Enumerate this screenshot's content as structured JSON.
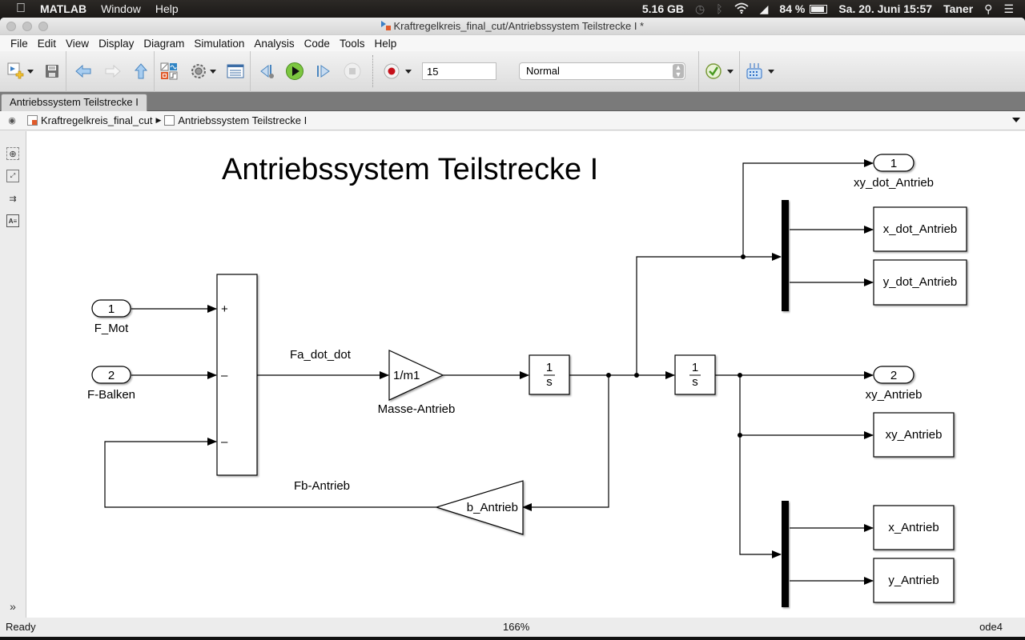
{
  "macos_menubar": {
    "apple_icon": "apple-logo-icon",
    "app_name": "MATLAB",
    "menus": [
      "Window",
      "Help"
    ],
    "memory": "5.16 GB",
    "battery": "84 %",
    "datetime": "Sa. 20. Juni 15:57",
    "user": "Taner"
  },
  "window": {
    "title": "Kraftregelkreis_final_cut/Antriebssystem Teilstrecke I *"
  },
  "menu": [
    "File",
    "Edit",
    "View",
    "Display",
    "Diagram",
    "Simulation",
    "Analysis",
    "Code",
    "Tools",
    "Help"
  ],
  "toolbar": {
    "stop_time": "15",
    "sim_mode": "Normal"
  },
  "tab": {
    "label": "Antriebssystem Teilstrecke I"
  },
  "breadcrumb": {
    "items": [
      "Kraftregelkreis_final_cut",
      "Antriebssystem Teilstrecke I"
    ]
  },
  "diagram": {
    "title": "Antriebssystem Teilstrecke I",
    "inports": [
      {
        "number": "1",
        "name": "F_Mot"
      },
      {
        "number": "2",
        "name": "F-Balken"
      }
    ],
    "sum_signs": [
      "+",
      "–",
      "–"
    ],
    "signal_labels": {
      "fa": "Fa_dot_dot",
      "fb": "Fb-Antrieb"
    },
    "gain_mass": {
      "value": "1/m1",
      "name": "Masse-Antrieb"
    },
    "gain_damping": {
      "value": "b_Antrieb"
    },
    "integrator": {
      "num": "1",
      "den": "s"
    },
    "outports": [
      {
        "number": "1",
        "name": "xy_dot_Antrieb"
      },
      {
        "number": "2",
        "name": "xy_Antrieb"
      }
    ],
    "scopes": [
      "x_dot_Antrieb",
      "y_dot_Antrieb",
      "xy_Antrieb",
      "x_Antrieb",
      "y_Antrieb"
    ]
  },
  "status": {
    "state": "Ready",
    "zoom": "166%",
    "solver": "ode4"
  }
}
